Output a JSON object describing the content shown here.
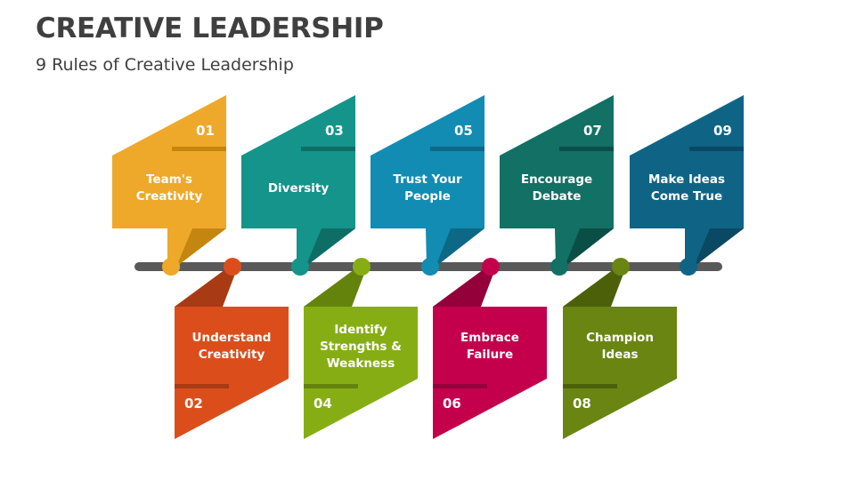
{
  "header": {
    "title": "CREATIVE LEADERSHIP",
    "subtitle": "9 Rules of Creative Leadership"
  },
  "timeline": {
    "line_color": "#595959",
    "rules": [
      {
        "number": "01",
        "label": "Team's\nCreativity",
        "position": "top",
        "color": "#EEA92A",
        "dark": "#C5860F"
      },
      {
        "number": "02",
        "label": "Understand\nCreativity",
        "position": "bottom",
        "color": "#DB4E1B",
        "dark": "#A83A14"
      },
      {
        "number": "03",
        "label": "Diversity",
        "position": "top",
        "color": "#14948A",
        "dark": "#0E6E66"
      },
      {
        "number": "04",
        "label": "Identify\nStrengths &\nWeakness",
        "position": "bottom",
        "color": "#86AE14",
        "dark": "#64830D"
      },
      {
        "number": "05",
        "label": "Trust Your\nPeople",
        "position": "top",
        "color": "#128CB3",
        "dark": "#0D6886"
      },
      {
        "number": "06",
        "label": "Embrace\nFailure",
        "position": "bottom",
        "color": "#C4004D",
        "dark": "#93003A"
      },
      {
        "number": "07",
        "label": "Encourage\nDebate",
        "position": "top",
        "color": "#127065",
        "dark": "#0B4E46"
      },
      {
        "number": "08",
        "label": "Champion\nIdeas",
        "position": "bottom",
        "color": "#6A8512",
        "dark": "#4C600A"
      },
      {
        "number": "09",
        "label": "Make Ideas\nCome True",
        "position": "top",
        "color": "#0F6486",
        "dark": "#0A4863"
      }
    ]
  }
}
